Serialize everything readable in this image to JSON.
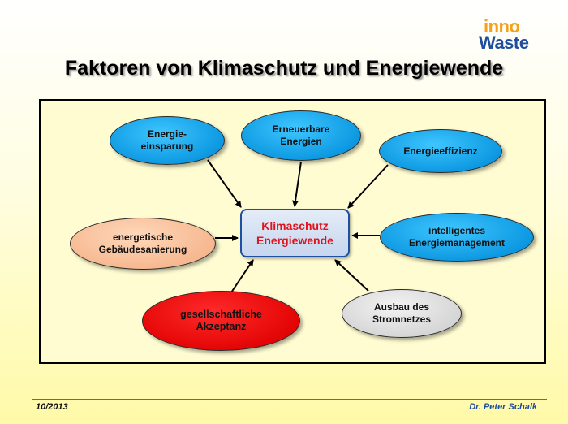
{
  "logo": {
    "line1": "inno",
    "line2": "Waste",
    "color_orange": "#f5a21a",
    "color_blue": "#1f4e9c"
  },
  "title": "Faktoren von Klimaschutz und Energiewende",
  "center": {
    "label": "Klimaschutz\nEnergiewende",
    "color": "#e0141e"
  },
  "factors": {
    "energieeinsparung": "Energie-\neinsparung",
    "erneuerbare": "Erneuerbare\nEnergien",
    "energieeffizienz": "Energieeffizienz",
    "gebaeudesanierung": "energetische\nGebäudesanierung",
    "energiemanagement": "intelligentes\nEnergiemanagement",
    "akzeptanz": "gesellschaftliche\nAkzeptanz",
    "stromnetze": "Ausbau des\nStromnetzes"
  },
  "footer": {
    "date": "10/2013",
    "author": "Dr. Peter Schalk"
  }
}
